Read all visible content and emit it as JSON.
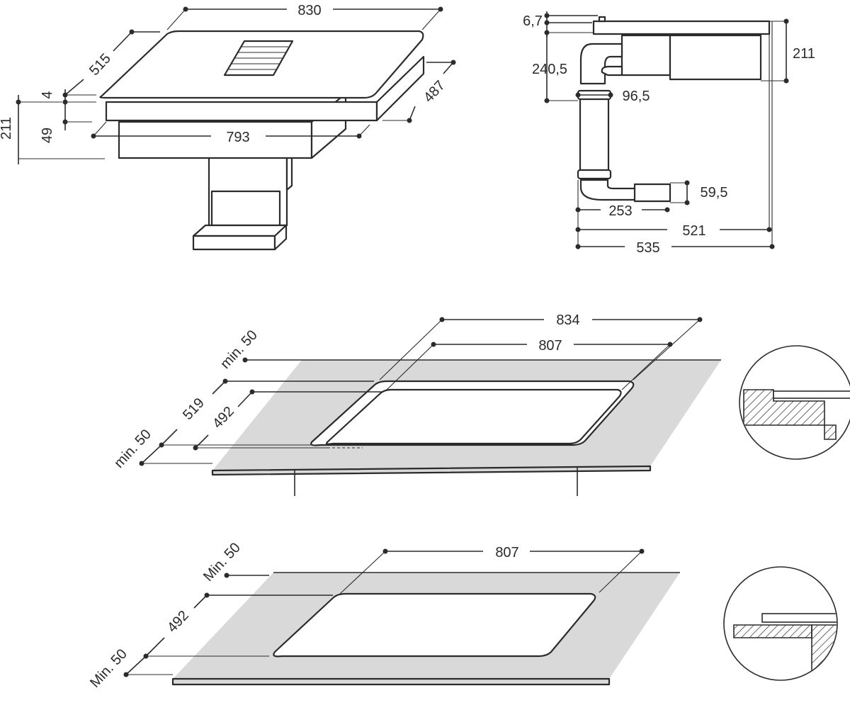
{
  "top_left_view": {
    "width_830": "830",
    "depth_515": "515",
    "depth_487": "487",
    "width_793": "793",
    "glass_4": "4",
    "body_49": "49",
    "height_211": "211"
  },
  "side_view": {
    "glass_6_7": "6,7",
    "height_240_5": "240,5",
    "height_211": "211",
    "duct_96_5": "96,5",
    "outlet_59_5": "59,5",
    "dist_253": "253",
    "dist_521": "521",
    "dist_535": "535"
  },
  "flush_install": {
    "width_834": "834",
    "width_807": "807",
    "min_50_top": "min. 50",
    "depth_519": "519",
    "depth_492": "492",
    "min_50_bottom": "min. 50"
  },
  "surface_install": {
    "width_807": "807",
    "min_50_top": "Min. 50",
    "depth_492": "492",
    "min_50_bottom": "Min. 50"
  },
  "colors": {
    "line": "#2b2b2b",
    "countertop": "#d9d9d9"
  }
}
